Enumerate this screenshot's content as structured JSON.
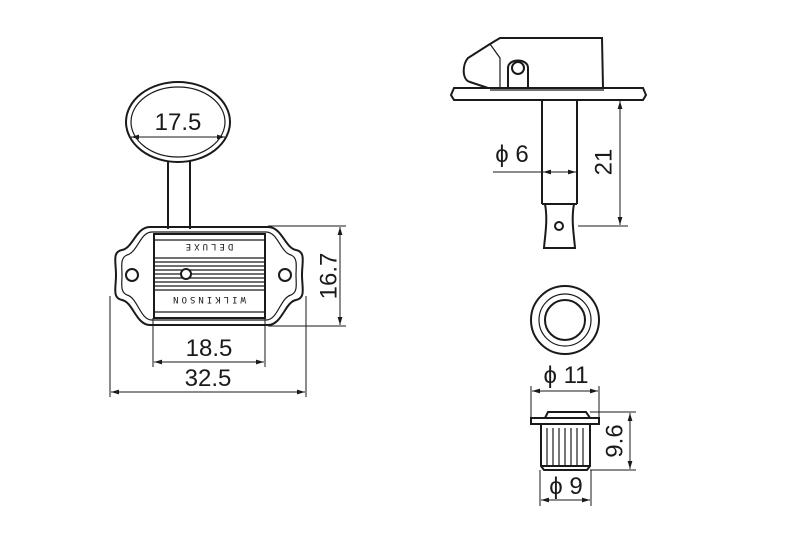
{
  "drawing": {
    "front_view": {
      "engraving_top": "DELUXE",
      "engraving_bottom": "WILKINSON",
      "dims": {
        "knob_width": "17.5",
        "housing_height": "16.7",
        "plate_width": "18.5",
        "overall_width": "32.5"
      }
    },
    "side_view": {
      "dims": {
        "post_diameter": "ϕ 6",
        "post_length": "21"
      }
    },
    "bushing_view": {
      "dims": {
        "flange_diameter": "ϕ 11",
        "bushing_height": "9.6",
        "bushing_diameter": "ϕ 9"
      }
    }
  }
}
